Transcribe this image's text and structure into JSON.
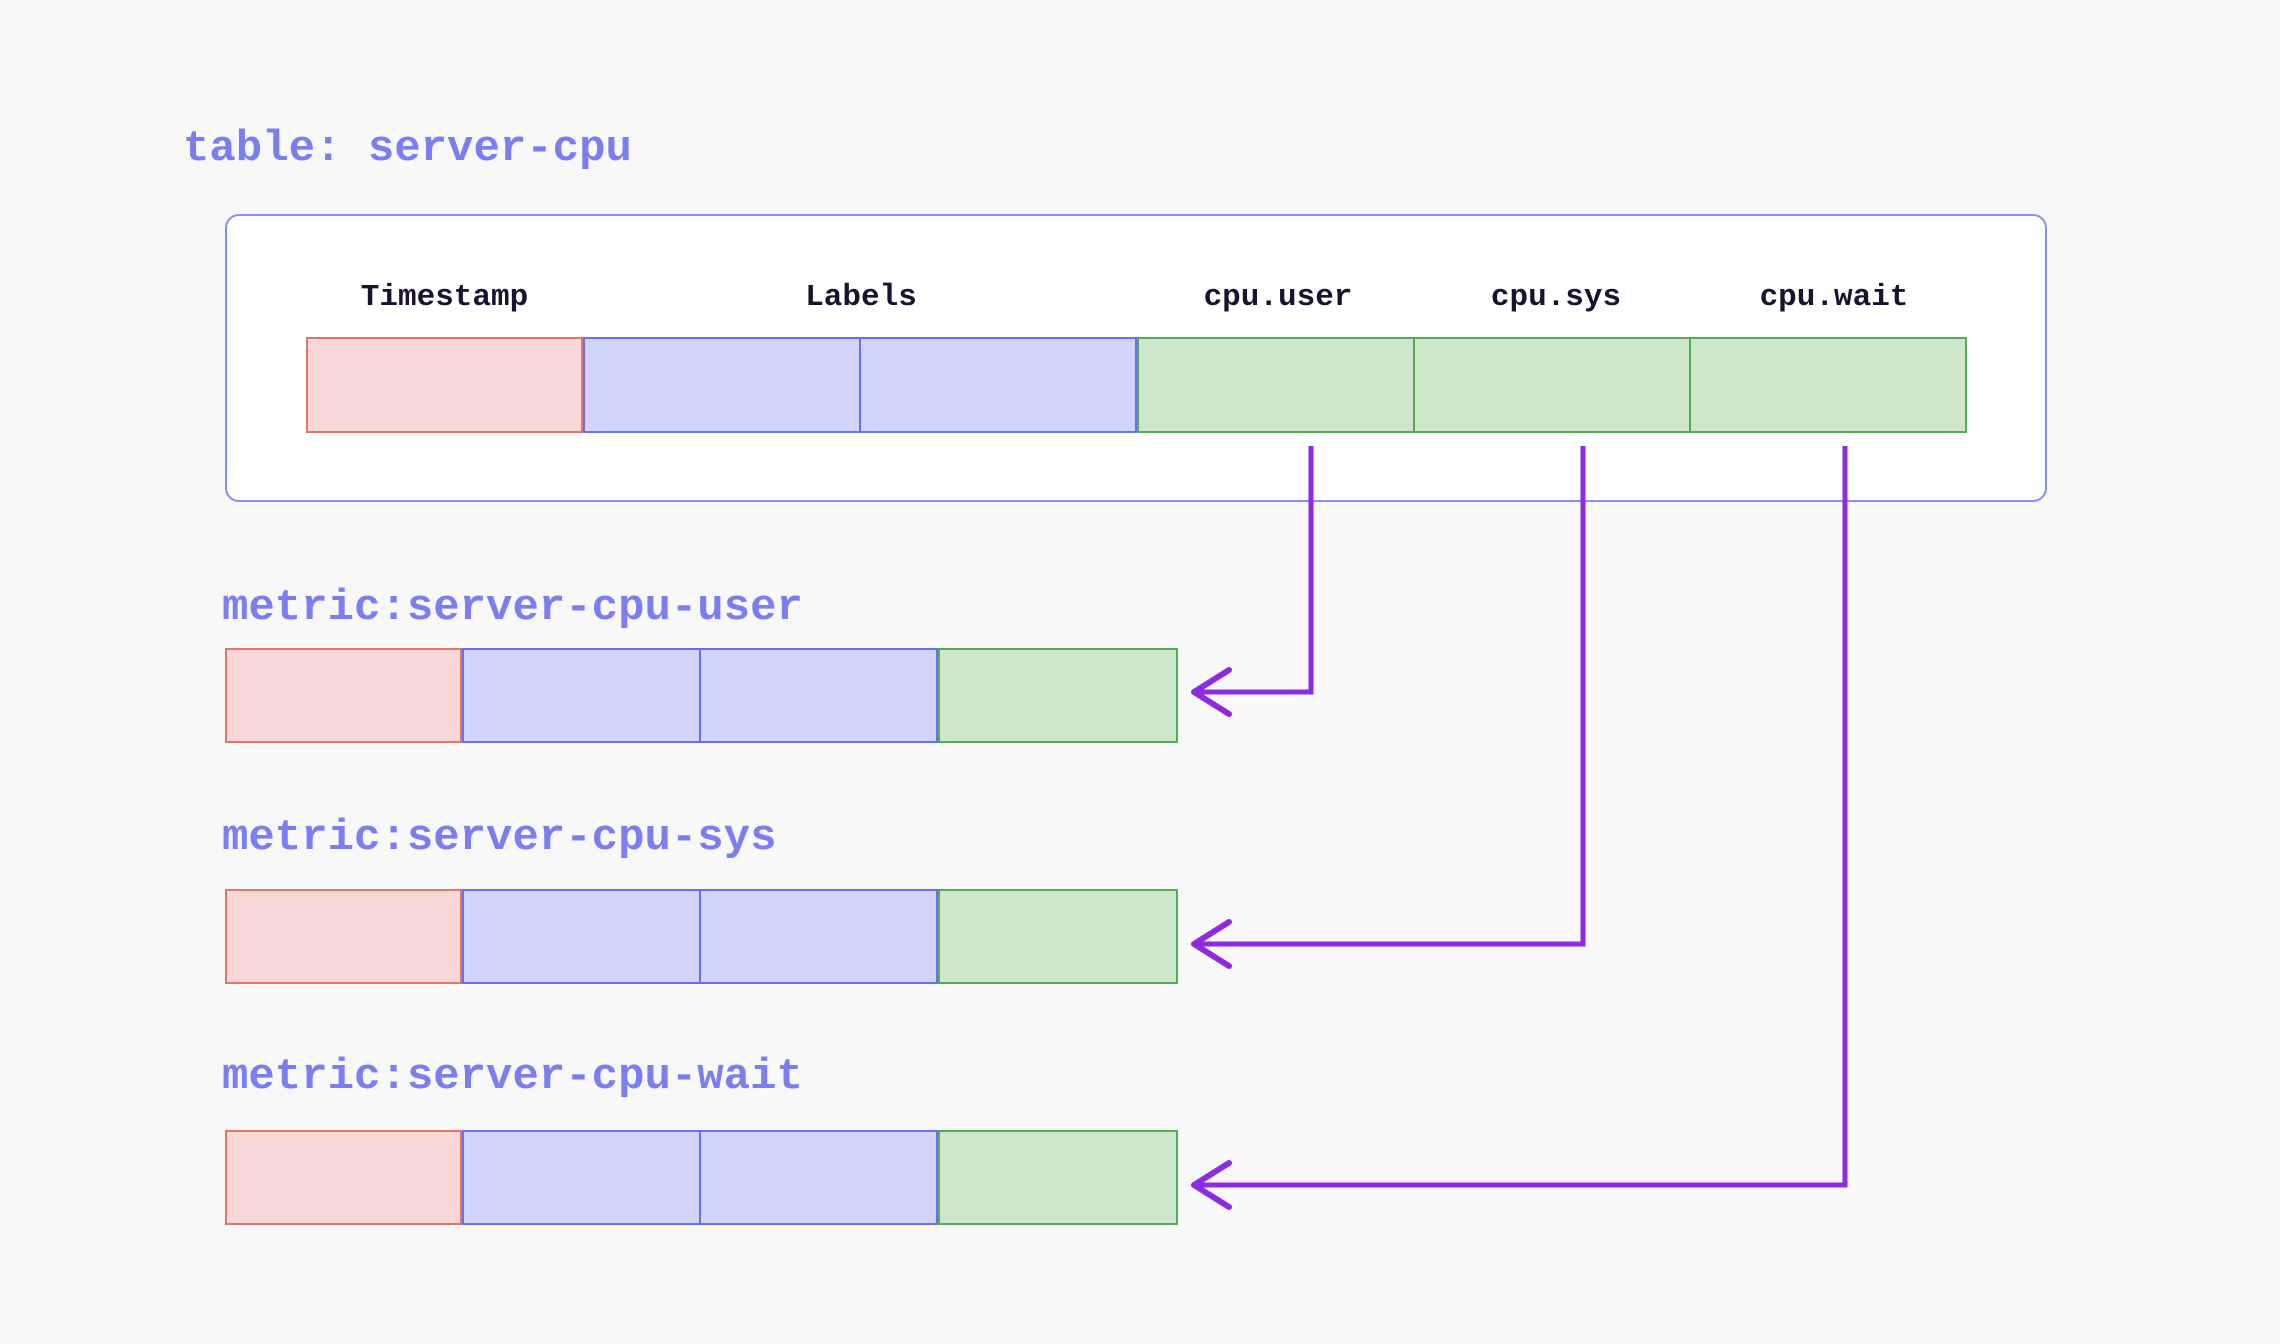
{
  "title": "table: server-cpu",
  "table": {
    "headers": [
      "Timestamp",
      "Labels",
      "cpu.user",
      "cpu.sys",
      "cpu.wait"
    ],
    "row_cells": [
      "timestamp",
      "label",
      "label",
      "field",
      "field",
      "field"
    ]
  },
  "metrics": [
    {
      "label": "metric:server-cpu-user",
      "from_column": "cpu.user",
      "row_cells": [
        "timestamp",
        "label",
        "label",
        "field"
      ]
    },
    {
      "label": "metric:server-cpu-sys",
      "from_column": "cpu.sys",
      "row_cells": [
        "timestamp",
        "label",
        "label",
        "field"
      ]
    },
    {
      "label": "metric:server-cpu-wait",
      "from_column": "cpu.wait",
      "row_cells": [
        "timestamp",
        "label",
        "label",
        "field"
      ]
    }
  ],
  "arrows": [
    {
      "from": "cpu.user",
      "to": "metric:server-cpu-user"
    },
    {
      "from": "cpu.sys",
      "to": "metric:server-cpu-sys"
    },
    {
      "from": "cpu.wait",
      "to": "metric:server-cpu-wait"
    }
  ],
  "colors": {
    "page-bg": "#f8f8f9",
    "box-bg": "#ffffff",
    "box-border": "#8a8df5",
    "accent-text": "#7b7ef0",
    "header-text": "#1a1230",
    "timestamp-fill": "#f8d8d6",
    "timestamp-border": "#e5746c",
    "label-fill": "#d2d4f9",
    "label-border": "#6a6ef0",
    "field-fill": "#cde6cc",
    "field-border": "#54ab55",
    "arrow": "#8b2be2"
  }
}
